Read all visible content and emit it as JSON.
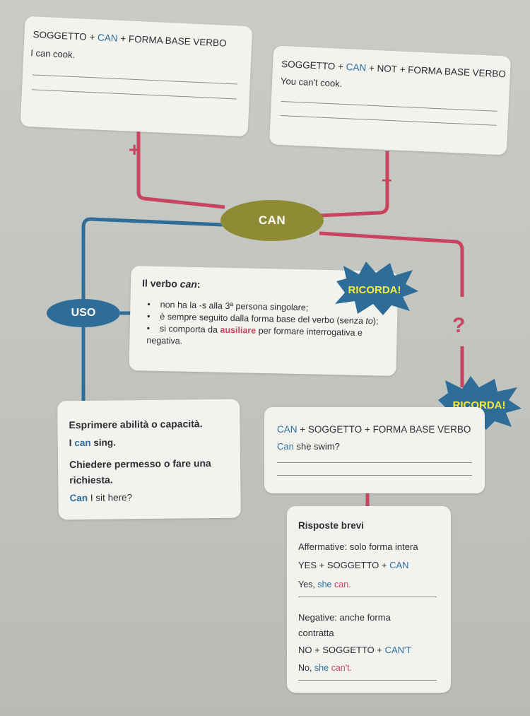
{
  "box_affirmative": {
    "formula": {
      "subject": "SOGGETTO",
      "plus1": " + ",
      "can": "CAN",
      "plus2": " + ",
      "rest": "FORMA BASE VERBO"
    },
    "example": "I can cook."
  },
  "box_negative": {
    "formula": {
      "subject": "SOGGETTO",
      "plus1": " + ",
      "can": "CAN",
      "plus2": " + ",
      "not": "NOT",
      "plus3": " + ",
      "rest": "FORMA BASE VERBO"
    },
    "example": "You can't cook."
  },
  "signs": {
    "plus": "+",
    "minus": "–",
    "question": "?"
  },
  "center_node": "CAN",
  "uso_node": "USO",
  "ricorda_badge": "RICORDA!",
  "verb_box": {
    "title_prefix": "Il verbo ",
    "title_italic": "can",
    "title_suffix": ":",
    "bullet1": "non ha la -s alla 3ª persona singolare;",
    "bullet2_prefix": "è sempre seguito dalla forma base del verbo (senza ",
    "bullet2_italic": "to",
    "bullet2_suffix": ");",
    "bullet3_prefix": "si comporta da ",
    "bullet3_highlight": "ausiliare",
    "bullet3_suffix": " per formare interrogativa e",
    "bullet3_line2": "negativa."
  },
  "uso_box": {
    "ability_title": "Esprimere abilità o capacità.",
    "ability_ex_i": "I",
    "ability_ex_can": " can",
    "ability_ex_rest": " sing.",
    "permission_title_l1": "Chiedere permesso o fare una",
    "permission_title_l2": "richiesta.",
    "permission_ex_can": "Can",
    "permission_ex_rest": " I sit here?"
  },
  "question_box": {
    "formula": {
      "can": "CAN",
      "plus1": " + ",
      "subject": "SOGGETTO",
      "plus2": " + ",
      "rest": "FORMA BASE VERBO"
    },
    "example_can": "Can",
    "example_rest": " she swim?"
  },
  "short_answers": {
    "title": "Risposte brevi",
    "affirmative_title": "Affermative: solo forma intera",
    "aff_formula": {
      "yes": "YES",
      "plus1": " + ",
      "subject": "SOGGETTO",
      "plus2": " + ",
      "can": "CAN"
    },
    "aff_example": {
      "yes": "Yes,",
      "she": " she",
      "can": " can."
    },
    "negative_title_l1": "Negative: anche forma",
    "negative_title_l2": "contratta",
    "neg_formula": {
      "no": "NO",
      "plus1": " + ",
      "subject": "SOGGETTO",
      "plus2": " + ",
      "cant": "CAN'T"
    },
    "neg_example": {
      "no": "No,",
      "she": " she",
      "cant": " can't."
    }
  },
  "colors": {
    "blue": "#2d6e9e",
    "red": "#c9445f",
    "olive": "#8e8b34",
    "card": "#f2f2ee",
    "badge": "#2f6d99"
  }
}
